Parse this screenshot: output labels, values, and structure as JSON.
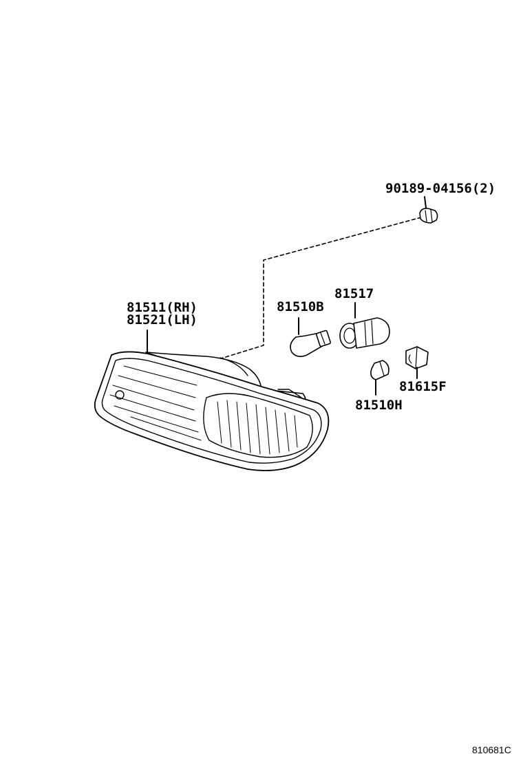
{
  "parts": {
    "clip": "90189-04156(2)",
    "lamp_rh": "81511(RH)",
    "lamp_lh": "81521(LH)",
    "bulb_large": "81510B",
    "socket": "81517",
    "bulb_small": "81510H",
    "socket_small": "81615F"
  },
  "footer": {
    "ref_code": "810681C"
  }
}
